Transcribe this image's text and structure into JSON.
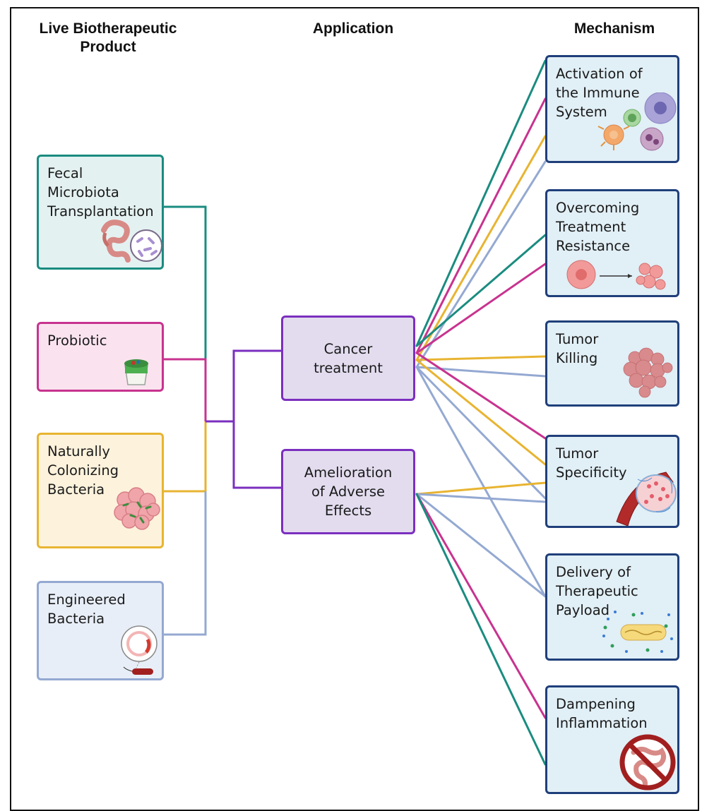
{
  "headers": {
    "lbp": "Live Biotherapeutic\nProduct",
    "application": "Application",
    "mechanism": "Mechanism"
  },
  "products": [
    {
      "label": "Fecal\nMicrobiota\nTransplantation",
      "icon": "intestine-microbiota-icon",
      "color": "#1a8c80",
      "fill": "#e4f1f1"
    },
    {
      "label": "Probiotic",
      "icon": "yogurt-cup-icon",
      "color": "#c8338f",
      "fill": "#fae3ef"
    },
    {
      "label": "Naturally\nColonizing\nBacteria",
      "icon": "tumor-bacteria-icon",
      "color": "#e8b431",
      "fill": "#fdf2dc"
    },
    {
      "label": "Engineered\nBacteria",
      "icon": "plasmid-bacterium-icon",
      "color": "#94a9d2",
      "fill": "#e8eef8"
    }
  ],
  "applications": [
    {
      "label": "Cancer\ntreatment"
    },
    {
      "label": "Amelioration\nof Adverse\nEffects"
    }
  ],
  "mechanisms": [
    {
      "label": "Activation of\nthe Immune\nSystem",
      "icon": "immune-cells-icon"
    },
    {
      "label": "Overcoming\nTreatment\nResistance",
      "icon": "resistant-cell-icon"
    },
    {
      "label": "Tumor\nKilling",
      "icon": "tumor-mass-icon"
    },
    {
      "label": "Tumor\nSpecificity",
      "icon": "tumor-vessel-icon"
    },
    {
      "label": "Delivery of\nTherapeutic\nPayload",
      "icon": "payload-bacterium-icon"
    },
    {
      "label": "Dampening\nInflammation",
      "icon": "no-inflammation-icon"
    }
  ],
  "connector_color": "#7b2fbf",
  "links": [
    {
      "app": 0,
      "mech": 0,
      "product": 0
    },
    {
      "app": 0,
      "mech": 0,
      "product": 1
    },
    {
      "app": 0,
      "mech": 0,
      "product": 2
    },
    {
      "app": 0,
      "mech": 0,
      "product": 3
    },
    {
      "app": 0,
      "mech": 1,
      "product": 0
    },
    {
      "app": 0,
      "mech": 1,
      "product": 1
    },
    {
      "app": 0,
      "mech": 2,
      "product": 2
    },
    {
      "app": 0,
      "mech": 2,
      "product": 3
    },
    {
      "app": 0,
      "mech": 3,
      "product": 1
    },
    {
      "app": 0,
      "mech": 3,
      "product": 2
    },
    {
      "app": 0,
      "mech": 3,
      "product": 3
    },
    {
      "app": 0,
      "mech": 4,
      "product": 3
    },
    {
      "app": 1,
      "mech": 3,
      "product": 2
    },
    {
      "app": 1,
      "mech": 3,
      "product": 3
    },
    {
      "app": 1,
      "mech": 4,
      "product": 3
    },
    {
      "app": 1,
      "mech": 5,
      "product": 1
    },
    {
      "app": 1,
      "mech": 5,
      "product": 0
    }
  ]
}
